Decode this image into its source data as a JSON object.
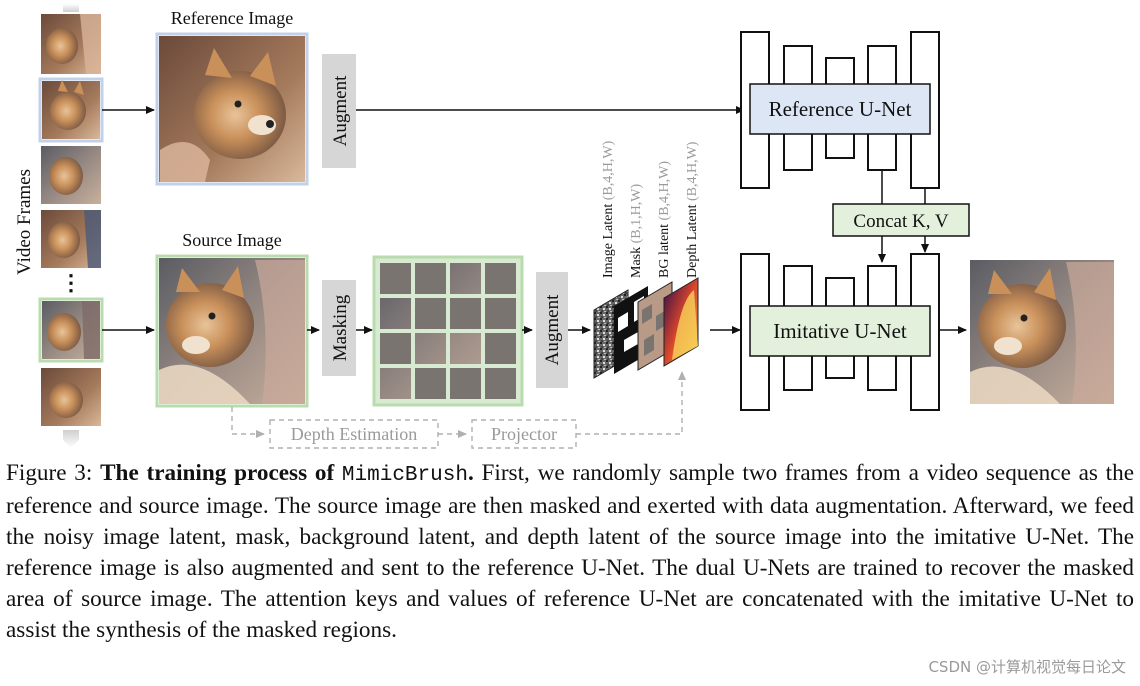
{
  "labels": {
    "video_frames": "Video Frames",
    "reference_image": "Reference Image",
    "source_image": "Source Image",
    "augment": "Augment",
    "masking": "Masking",
    "reference_unet": "Reference U-Net",
    "imitative_unet": "Imitative U-Net",
    "concat": "Concat K, V",
    "depth_estimation": "Depth Estimation",
    "projector": "Projector",
    "ellipsis": "⋮"
  },
  "latents": [
    {
      "name": "Image Latent",
      "shape": "(B,4,H,W)"
    },
    {
      "name": "Mask",
      "shape": "(B,1,H,W)"
    },
    {
      "name": "BG latent",
      "shape": "(B,4,H,W)"
    },
    {
      "name": "Depth Latent",
      "shape": "(B,4,H,W)"
    }
  ],
  "caption": {
    "prefix": "Figure 3: ",
    "bold": "The training process of ",
    "mono": "MimicBrush",
    "bold_end": ".",
    "body": " First, we randomly sample two frames from a video sequence as the reference and source image. The source image are then masked and exerted with data augmentation. Afterward, we feed the noisy image latent, mask, background latent, and depth latent of the source image into the imitative U-Net. The reference image is also augmented and sent to the reference U-Net. The dual U-Nets are trained to recover the masked area of source image. The attention keys and values of reference U-Net are concatenated with the imitative U-Net to assist the synthesis of the masked regions."
  },
  "watermark": "CSDN @计算机视觉每日论文",
  "colors": {
    "reference_box": "#dde6f5",
    "imitative_box": "#e2f0dc",
    "concat_box": "#e2f0dc",
    "augment_box": "#d6d6d6",
    "green_border": "#b9dcae",
    "blue_border": "#c2d0ea",
    "dashed_gray": "#b0b0b0",
    "mask_patch": "#7a7470"
  }
}
